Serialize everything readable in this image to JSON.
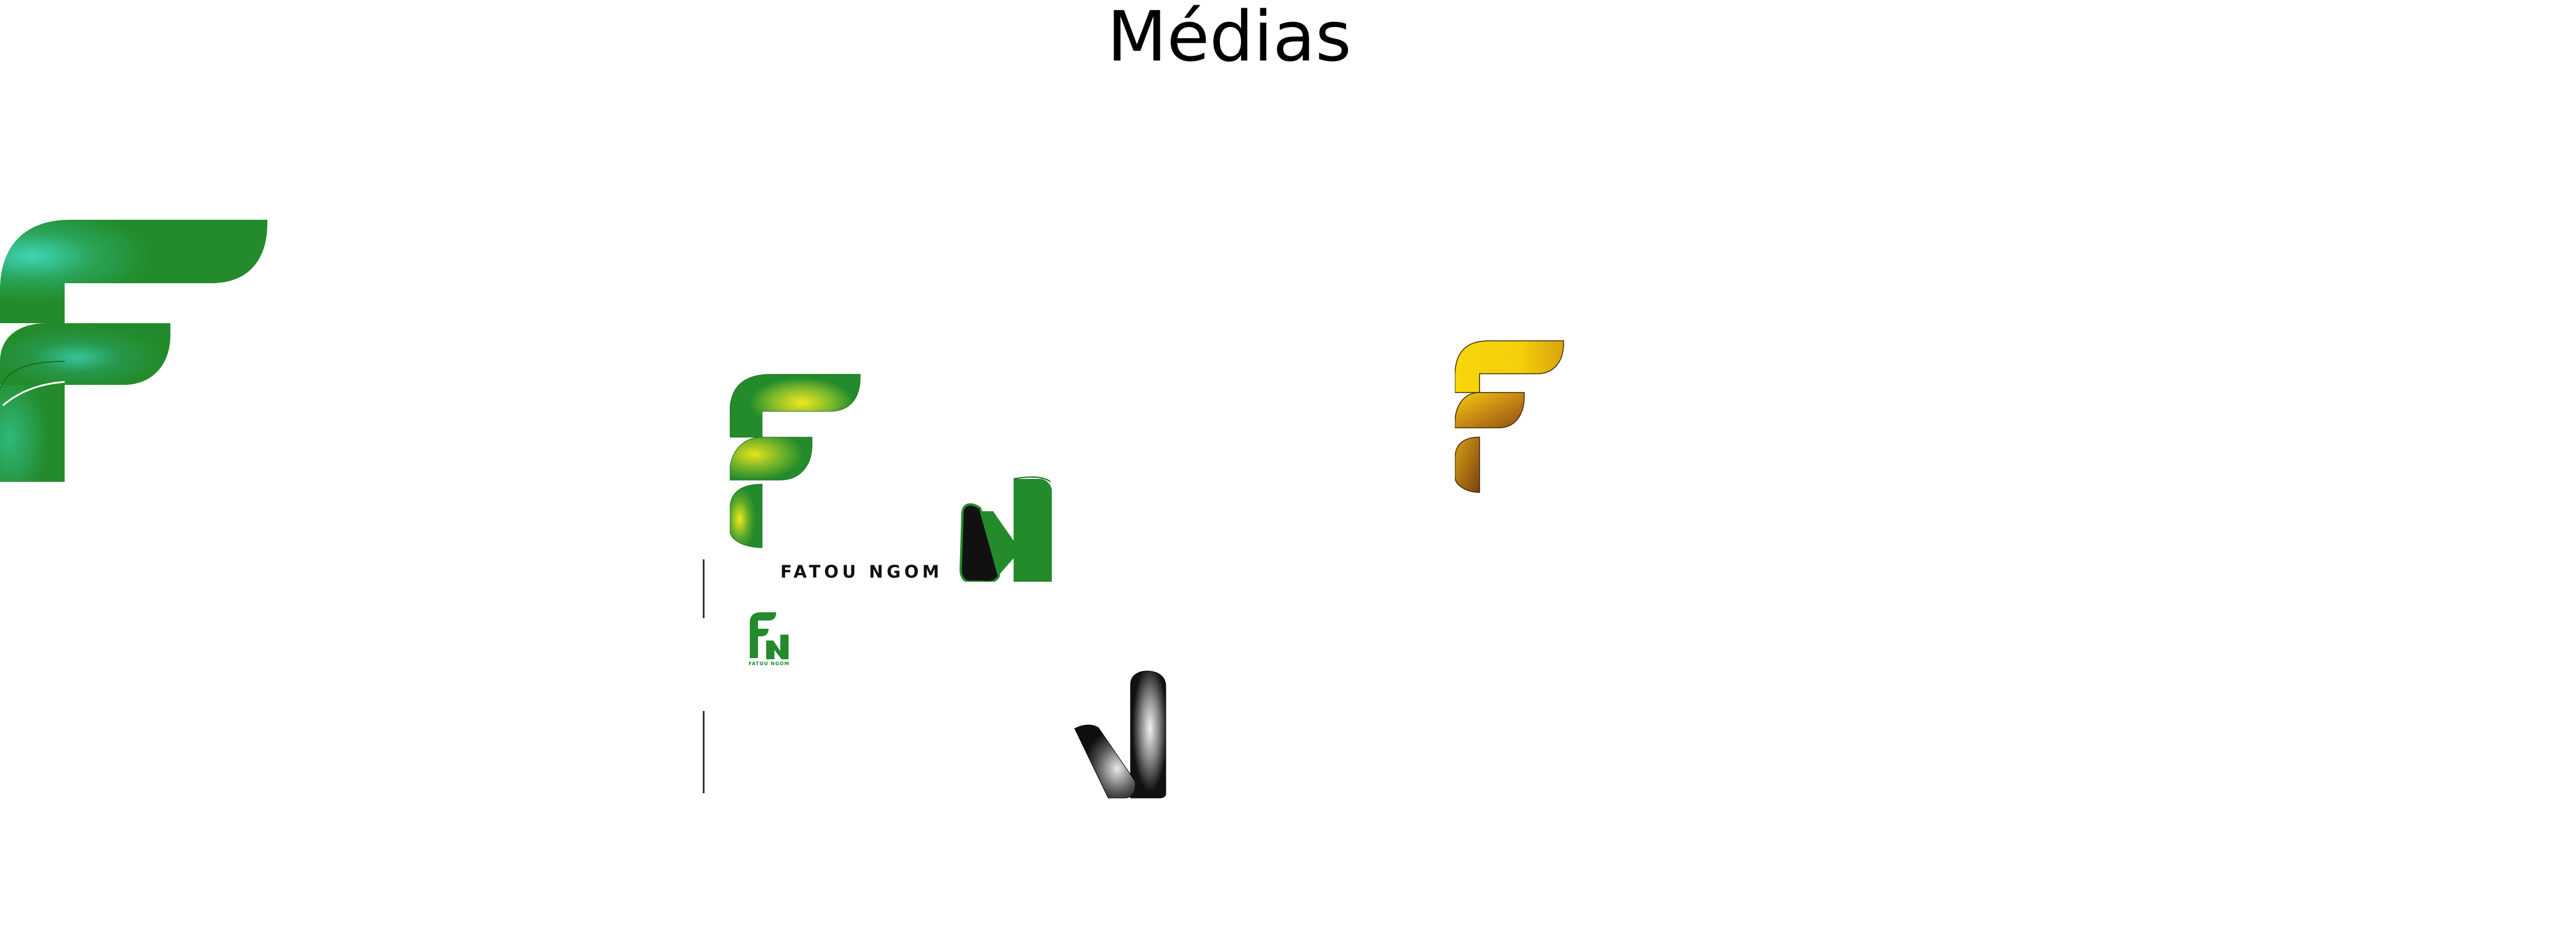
{
  "page": {
    "title": "Médias"
  },
  "logos": [
    {
      "name": "big-green-f",
      "style": "green gradient with teal glow"
    },
    {
      "name": "green-yellow-f",
      "style": "green with yellow highlights"
    },
    {
      "name": "gold-f",
      "style": "gold / bronze gradient"
    },
    {
      "name": "green-n",
      "style": "green N with black stroke"
    },
    {
      "name": "black-n",
      "style": "black and silver gradient"
    },
    {
      "name": "fn-mini-logo",
      "style": "green FN monogram"
    }
  ],
  "brand": {
    "name": "FATOU NGOM",
    "mini_caption": "FATOU NGOM"
  },
  "colors": {
    "green": "#238b2b",
    "teal_glow": "#3dd6b8",
    "yellow": "#e6e11a",
    "gold": "#f5cf0a",
    "bronze": "#9c5a12",
    "black": "#111111",
    "silver": "#e8e8e8"
  }
}
